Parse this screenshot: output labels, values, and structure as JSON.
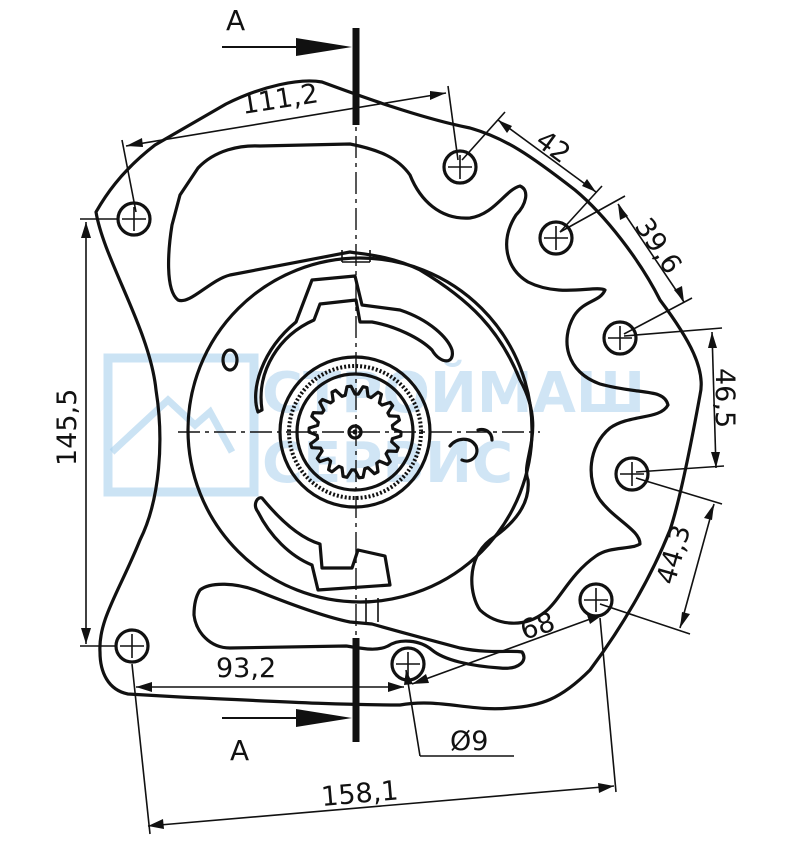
{
  "section": {
    "label_top": "A",
    "label_bottom": "A"
  },
  "watermark": {
    "line1": "СТРОЙМАШ",
    "line2": "СЕРВИС"
  },
  "dimensions": {
    "d_111_2": "111,2",
    "d_42": "42",
    "d_39_6": "39,6",
    "d_46_5": "46,5",
    "d_44_3": "44,3",
    "d_68": "68",
    "d_145_5": "145,5",
    "d_93_2": "93,2",
    "d_158_1": "158,1",
    "d_hole": "Ø9"
  },
  "colors": {
    "line": "#111111",
    "watermark": "#a9d0ec"
  }
}
